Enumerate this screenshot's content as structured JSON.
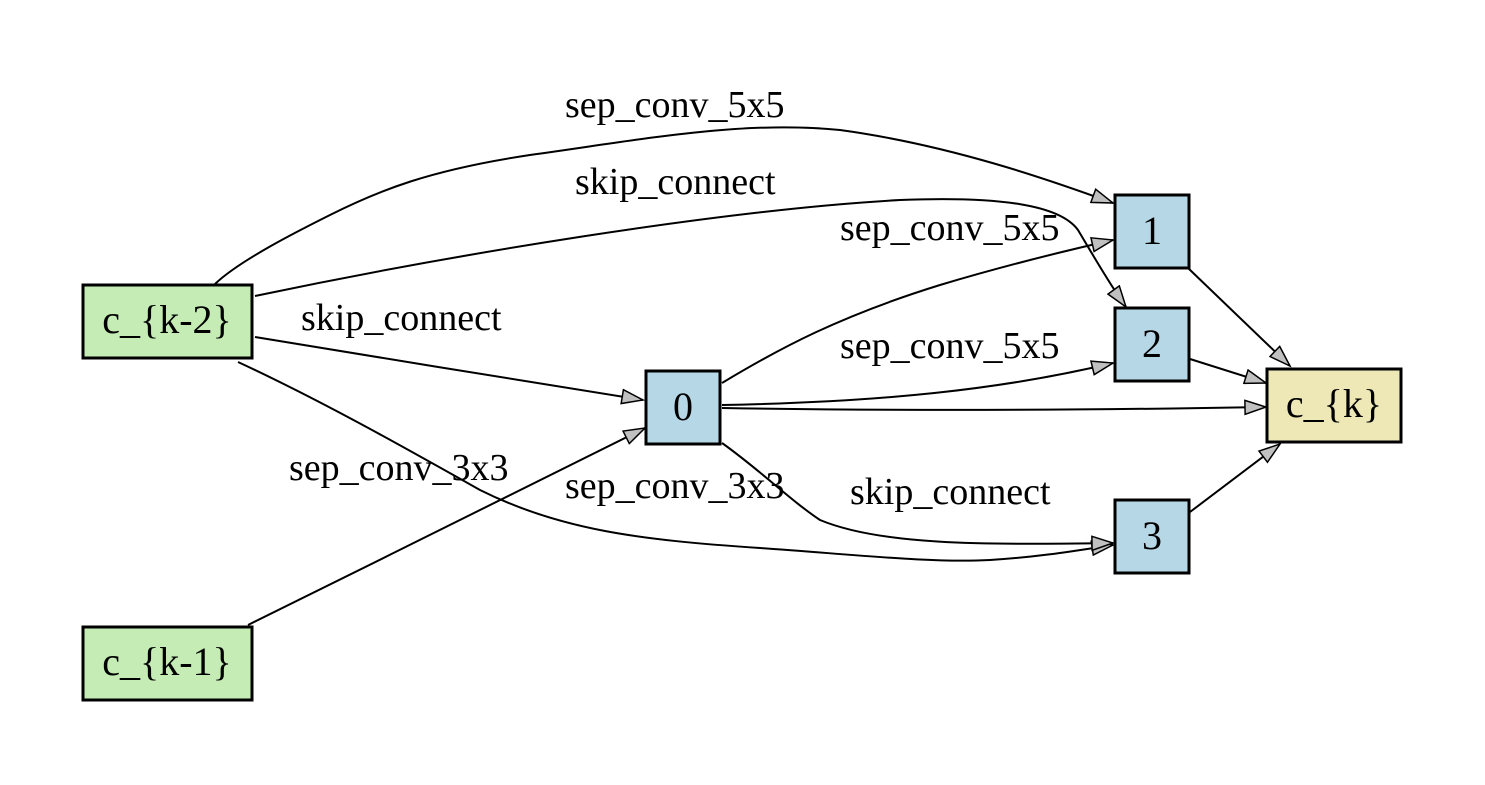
{
  "colors": {
    "input_node": "#c5ecb5",
    "intermediate_node": "#b6d7e6",
    "output_node": "#ede8b6",
    "edge": "#000000",
    "arrowhead": "#c0c0c0"
  },
  "nodes": {
    "c_k_minus_2": {
      "label": "c_{k-2}",
      "kind": "input"
    },
    "c_k_minus_1": {
      "label": "c_{k-1}",
      "kind": "input"
    },
    "n0": {
      "label": "0",
      "kind": "intermediate"
    },
    "n1": {
      "label": "1",
      "kind": "intermediate"
    },
    "n2": {
      "label": "2",
      "kind": "intermediate"
    },
    "n3": {
      "label": "3",
      "kind": "intermediate"
    },
    "c_k": {
      "label": "c_{k}",
      "kind": "output"
    }
  },
  "edges": [
    {
      "from": "c_{k-2}",
      "to": "0",
      "label": "skip_connect"
    },
    {
      "from": "c_{k-1}",
      "to": "0",
      "label": "sep_conv_3x3"
    },
    {
      "from": "c_{k-2}",
      "to": "1",
      "label": "sep_conv_5x5"
    },
    {
      "from": "0",
      "to": "1",
      "label": "sep_conv_5x5"
    },
    {
      "from": "c_{k-2}",
      "to": "2",
      "label": "skip_connect"
    },
    {
      "from": "0",
      "to": "2",
      "label": "sep_conv_5x5"
    },
    {
      "from": "0",
      "to": "3",
      "label": "skip_connect"
    },
    {
      "from": "c_{k-2}",
      "to": "3",
      "label": "sep_conv_3x3"
    },
    {
      "from": "0",
      "to": "c_{k}",
      "label": ""
    },
    {
      "from": "1",
      "to": "c_{k}",
      "label": ""
    },
    {
      "from": "2",
      "to": "c_{k}",
      "label": ""
    },
    {
      "from": "3",
      "to": "c_{k}",
      "label": ""
    }
  ]
}
